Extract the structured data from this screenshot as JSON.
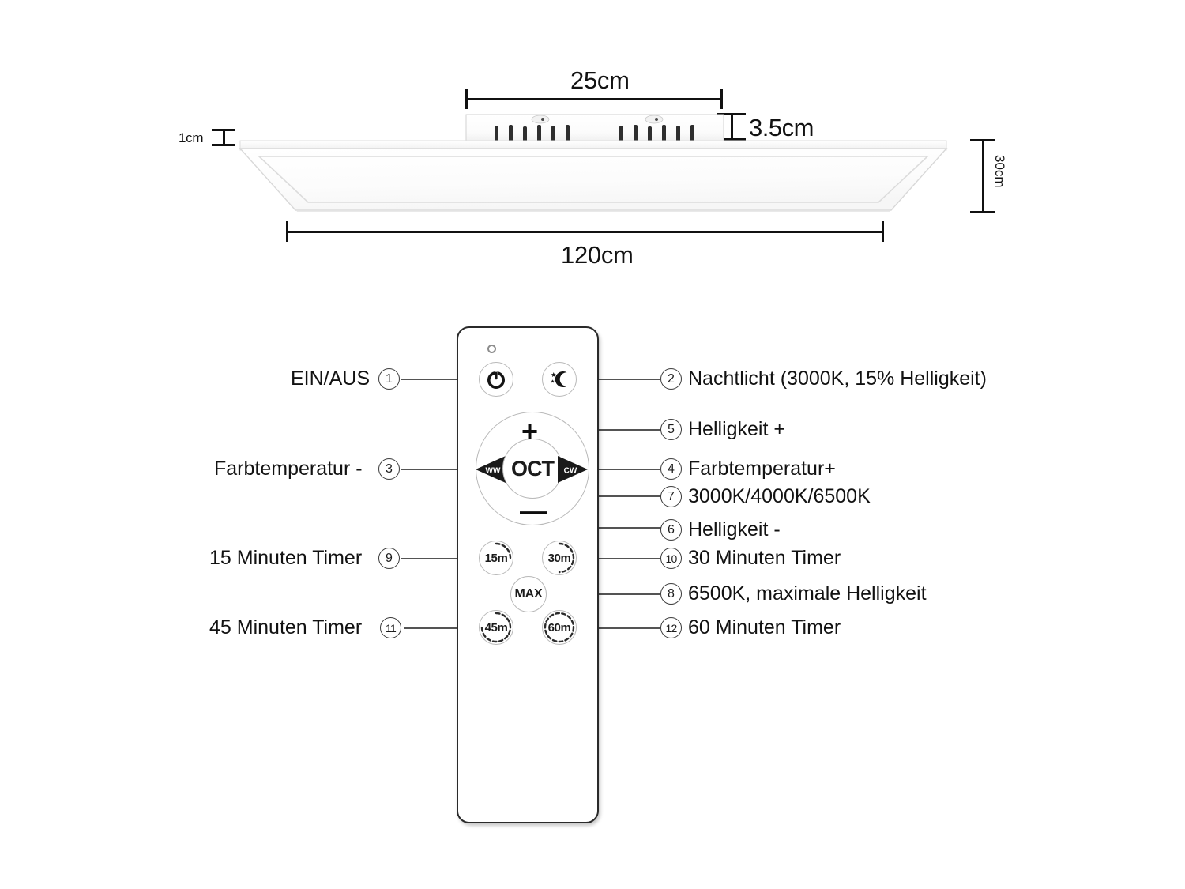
{
  "product": {
    "type": "led-panel-ceiling-light",
    "dimensions": {
      "width_label": "120cm",
      "depth_label": "30cm",
      "thickness_label": "1cm",
      "mount_width_label": "25cm",
      "mount_height_label": "3.5cm"
    }
  },
  "remote": {
    "center_button_label": "OCT",
    "plus_label": "+",
    "minus_label": "—",
    "ww_label": "WW",
    "cw_label": "CW",
    "max_label": "MAX",
    "timers": {
      "t15": "15m",
      "t30": "30m",
      "t45": "45m",
      "t60": "60m"
    },
    "icons": {
      "power": "power-icon",
      "nightlight": "moon-stars-icon",
      "indicator": "led-indicator-icon"
    }
  },
  "callouts": {
    "left": [
      {
        "num": "1",
        "text": "EIN/AUS",
        "name": "callout-ein-aus"
      },
      {
        "num": "3",
        "text": "Farbtemperatur -",
        "name": "callout-farbtemperatur-minus"
      },
      {
        "num": "9",
        "text": "15 Minuten Timer",
        "name": "callout-15-minuten-timer"
      },
      {
        "num": "11",
        "text": "45 Minuten Timer",
        "name": "callout-45-minuten-timer"
      }
    ],
    "right": [
      {
        "num": "2",
        "text": "Nachtlicht (3000K, 15% Helligkeit)",
        "name": "callout-nachtlicht"
      },
      {
        "num": "5",
        "text": "Helligkeit +",
        "name": "callout-helligkeit-plus"
      },
      {
        "num": "4",
        "text": "Farbtemperatur+",
        "name": "callout-farbtemperatur-plus"
      },
      {
        "num": "7",
        "text": "3000K/4000K/6500K",
        "name": "callout-farbtemperatur-werte"
      },
      {
        "num": "6",
        "text": "Helligkeit -",
        "name": "callout-helligkeit-minus"
      },
      {
        "num": "10",
        "text": "30 Minuten Timer",
        "name": "callout-30-minuten-timer"
      },
      {
        "num": "8",
        "text": "6500K, maximale Helligkeit",
        "name": "callout-max-helligkeit"
      },
      {
        "num": "12",
        "text": "60 Minuten Timer",
        "name": "callout-60-minuten-timer"
      }
    ]
  },
  "colors": {
    "line": "#111111",
    "leader": "#545454",
    "text": "#121212",
    "button_outline": "#b9b9b9",
    "remote_outline": "#2a2a2a"
  }
}
